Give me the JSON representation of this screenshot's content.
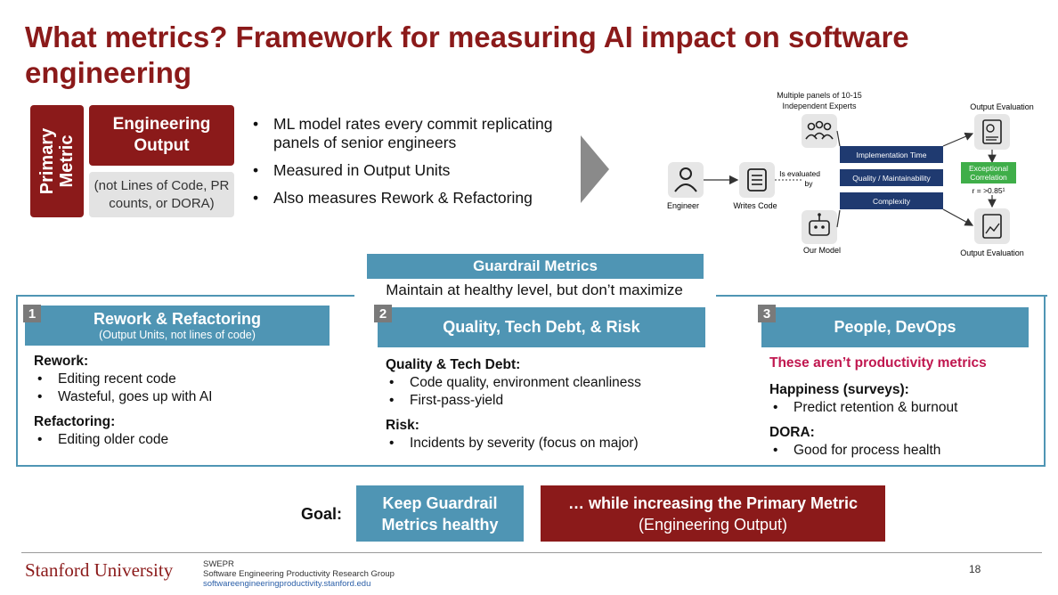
{
  "title": "What metrics? Framework for measuring AI impact on software engineering",
  "primary": {
    "label": "Primary\nMetric",
    "output_title": "Engineering\nOutput",
    "output_note": "(not Lines of Code, PR\ncounts, or DORA)",
    "bullets": [
      "ML model rates every commit replicating panels of senior engineers",
      "Measured in Output Units",
      "Also measures Rework & Refactoring"
    ]
  },
  "diagram": {
    "panels_label_1": "Multiple panels of 10-15",
    "panels_label_2": "Independent Experts",
    "engineer": "Engineer",
    "writes_code": "Writes Code",
    "is_evaluated_1": "Is evaluated",
    "is_evaluated_2": "by",
    "our_model": "Our Model",
    "dim1": "Implementation Time",
    "dim2": "Quality / Maintainability",
    "dim3": "Complexity",
    "output_eval_top": "Output Evaluation",
    "output_eval_bottom": "Output Evaluation",
    "corr_1": "Exceptional",
    "corr_2": "Correlation",
    "corr_r": "r = >0.85¹",
    "colors": {
      "navy": "#1f3a70",
      "green": "#3fae49",
      "gray_icon": "#e6e6e6"
    },
    "icons": [
      "person-icon",
      "code-icon",
      "experts-group-icon",
      "robot-icon",
      "evaluation-report-icon"
    ]
  },
  "guardrail": {
    "title": "Guardrail Metrics",
    "subtitle": "Maintain at healthy level, but don’t maximize",
    "columns": [
      {
        "num": "1",
        "title": "Rework & Refactoring",
        "subtitle": "(Output Units, not lines of code)",
        "sections": [
          {
            "heading": "Rework:",
            "items": [
              "Editing recent code",
              "Wasteful, goes up with AI"
            ]
          },
          {
            "heading": "Refactoring:",
            "items": [
              "Editing older code"
            ]
          }
        ]
      },
      {
        "num": "2",
        "title": "Quality, Tech Debt, & Risk",
        "sections": [
          {
            "heading": "Quality & Tech Debt:",
            "items": [
              "Code quality, environment cleanliness",
              "First-pass-yield"
            ]
          },
          {
            "heading": "Risk:",
            "items": [
              "Incidents by severity (focus on major)"
            ]
          }
        ]
      },
      {
        "num": "3",
        "title": "People, DevOps",
        "note": "These aren’t productivity metrics",
        "sections": [
          {
            "heading": "Happiness (surveys):",
            "items": [
              "Predict retention & burnout"
            ]
          },
          {
            "heading": "DORA:",
            "items": [
              "Good for process health"
            ]
          }
        ]
      }
    ]
  },
  "goal": {
    "label": "Goal:",
    "box1": "Keep Guardrail\nMetrics healthy",
    "box2_line1": "… while increasing the Primary Metric",
    "box2_line2": "(Engineering Output)"
  },
  "footer": {
    "university": "Stanford University",
    "org": "SWEPR",
    "org_full": "Software Engineering Productivity Research Group",
    "url": "softwareengineeringproductivity.stanford.edu",
    "page": "18"
  },
  "colors": {
    "maroon": "#8b1a1a",
    "steel_blue": "#4f95b4",
    "pink_note": "#c0174f",
    "badge_gray": "#7a7a7a"
  }
}
